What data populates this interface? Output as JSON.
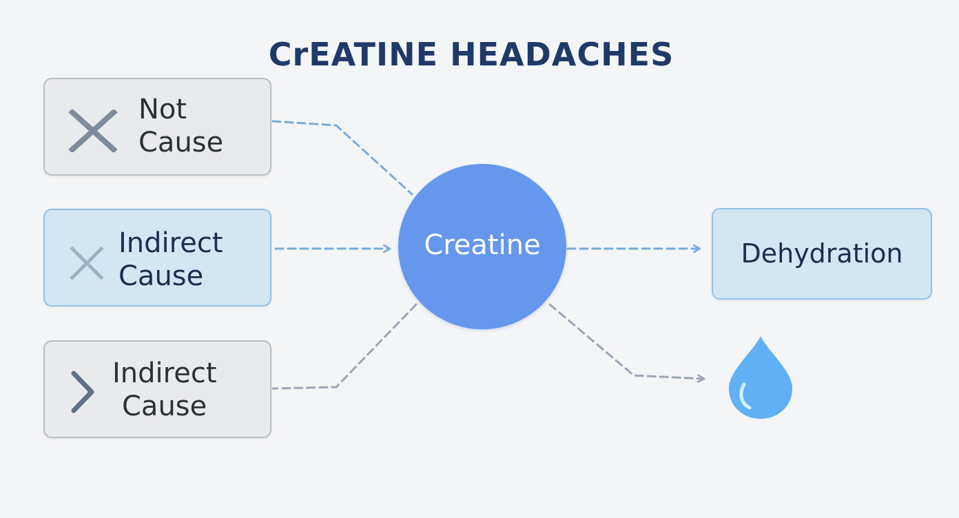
{
  "diagram": {
    "title": "CrEATINE HEADACHES",
    "center_node": {
      "label": "Creatine",
      "color": "#6597ec"
    },
    "left_nodes": [
      {
        "line1": "Not",
        "line2": "Cause",
        "icon": "x-mark-icon",
        "style": "gray"
      },
      {
        "line1": "Indirect",
        "line2": "Cause",
        "icon": "x-mark-icon",
        "style": "blue"
      },
      {
        "line1": "Indirect",
        "line2": "Cause",
        "icon": "chevron-right-icon",
        "style": "gray"
      }
    ],
    "right_node": {
      "label": "Dehydration",
      "style": "blue"
    },
    "drop_icon": "water-drop-icon",
    "colors": {
      "title": "#1f3a68",
      "gray_box": "#e9eaec",
      "blue_box": "#d3e6f4",
      "arrow_blue": "#79aadb",
      "arrow_gray": "#9ba5b5",
      "drop": "#5fb0f5"
    }
  }
}
